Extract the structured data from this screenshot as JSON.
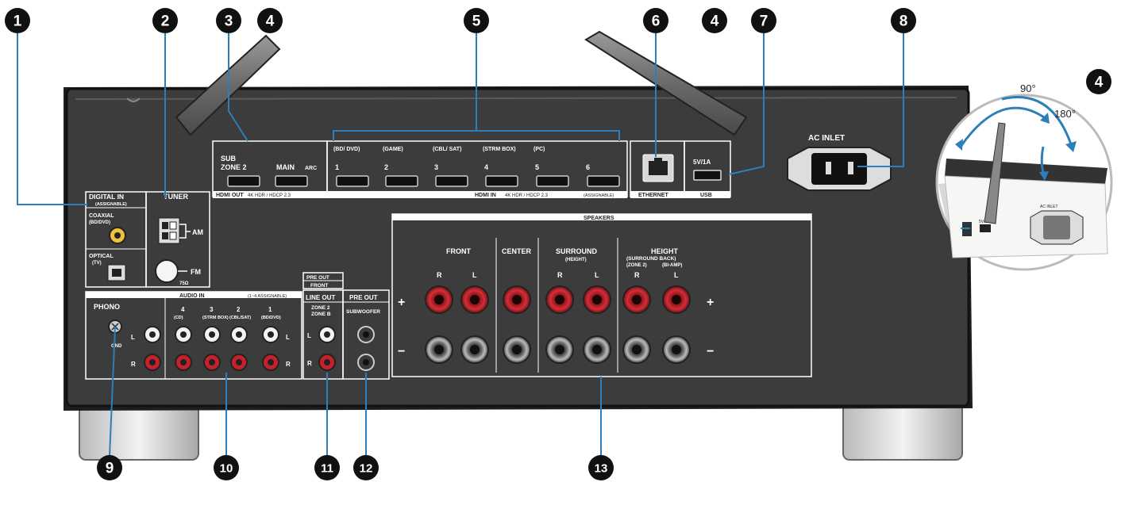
{
  "callouts": [
    "1",
    "2",
    "3",
    "4",
    "5",
    "6",
    "4",
    "7",
    "8",
    "4",
    "9",
    "10",
    "11",
    "12",
    "13"
  ],
  "labels": {
    "digital_in": "DIGITAL IN",
    "assignable": "(ASSIGNABLE)",
    "coaxial": "COAXIAL",
    "coaxial_sub": "(BD/DVD)",
    "optical": "OPTICAL",
    "optical_sub": "(TV)",
    "tuner": "TUNER",
    "am": "AM",
    "fm": "FM",
    "ohm": "75Ω",
    "sub_zone2": "SUB",
    "zone2": "ZONE 2",
    "main": "MAIN",
    "arc": "ARC",
    "hdmi_out": "HDMI OUT",
    "hdmi_out_spec": "4K HDR / HDCP 2.3",
    "hdmi_in": "HDMI IN",
    "hdmi_in_spec": "4K HDR / HDCP 2.3",
    "hdmi_in_assign": "(ASSIGNABLE)",
    "hdmi_in_names": [
      "(BD/ DVD)",
      "(GAME)",
      "(CBL/ SAT)",
      "(STRM BOX)",
      "(PC)",
      ""
    ],
    "hdmi_in_nums": [
      "1",
      "2",
      "3",
      "4",
      "5",
      "6"
    ],
    "ethernet": "ETHERNET",
    "usb_power": "5V/1A",
    "usb": "USB",
    "ac_inlet": "AC INLET",
    "angle_90": "90°",
    "angle_180": "180°",
    "speakers": "SPEAKERS",
    "front": "FRONT",
    "center": "CENTER",
    "surround": "SURROUND",
    "surround_sub": "(HEIGHT)",
    "height": "HEIGHT",
    "height_sub": "(SURROUND BACK)",
    "height_zone": "(ZONE 2)",
    "height_biamp": "(BI-AMP)",
    "r": "R",
    "l": "L",
    "plus": "+",
    "minus": "−",
    "pre_out_front": "PRE OUT",
    "front_small": "FRONT",
    "audio_in": "AUDIO IN",
    "audio_in_assign": "(1~4 ASSIGNABLE)",
    "phono": "PHONO",
    "gnd": "GND",
    "audio_nums": [
      "4",
      "3",
      "2",
      "1"
    ],
    "audio_names": [
      "(CD)",
      "(STRM BOX)",
      "(CBL/SAT)",
      "(BD/DVD)"
    ],
    "line_out": "LINE OUT",
    "zone2_b": "ZONE 2",
    "zone_b": "ZONE B",
    "pre_out": "PRE OUT",
    "subwoofer": "SUBWOOFER",
    "inset_usb": "5V/1A",
    "inset_ac": "AC INLET"
  },
  "colors": {
    "panel": "#3c3c3c",
    "panel_edge": "#1d1d1d",
    "silkscreen": "#ffffff",
    "callout_fill": "#111111",
    "leader": "#2c7fb8",
    "red_jack": "#c8202a",
    "antenna": "#7a7a7a"
  }
}
